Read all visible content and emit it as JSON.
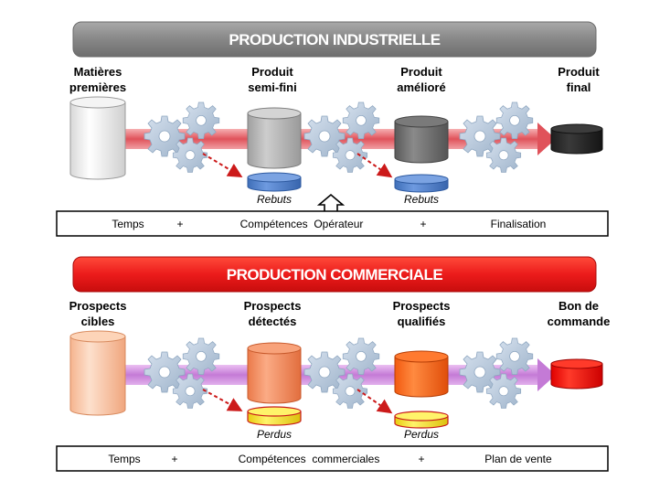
{
  "industrial": {
    "title": "PRODUCTION INDUSTRIELLE",
    "stages": [
      {
        "label_line1": "Matières",
        "label_line2": "premières"
      },
      {
        "label_line1": "Produit",
        "label_line2": "semi-fini"
      },
      {
        "label_line1": "Produit",
        "label_line2": "amélioré"
      },
      {
        "label_line1": "Produit",
        "label_line2": "final"
      }
    ],
    "losses": [
      "Rebuts",
      "Rebuts"
    ],
    "bottom_bar": {
      "t1": "Temps",
      "t2": "+",
      "t3": "Compétences  Opérateur",
      "t4": "+",
      "t5": "Finalisation"
    },
    "colors": {
      "banner": "#8a8a8a",
      "arrow": "#e0525a",
      "loss": "#4f7fc9"
    }
  },
  "commercial": {
    "title": "PRODUCTION COMMERCIALE",
    "stages": [
      {
        "label_line1": "Prospects",
        "label_line2": "cibles"
      },
      {
        "label_line1": "Prospects",
        "label_line2": "détectés"
      },
      {
        "label_line1": "Prospects",
        "label_line2": "qualifiés"
      },
      {
        "label_line1": "Bon de",
        "label_line2": "commande"
      }
    ],
    "losses": [
      "Perdus",
      "Perdus"
    ],
    "bottom_bar": {
      "t1": "Temps",
      "t2": "+",
      "t3": "Compétences  commerciales",
      "t4": "+",
      "t5": "Plan de vente"
    },
    "colors": {
      "banner": "#e8141a",
      "arrow": "#c97ad8",
      "loss": "#f3e03a"
    }
  },
  "icons": [
    "gear-icon",
    "cylinder-icon",
    "up-arrow-icon",
    "dashed-arrow-icon"
  ]
}
